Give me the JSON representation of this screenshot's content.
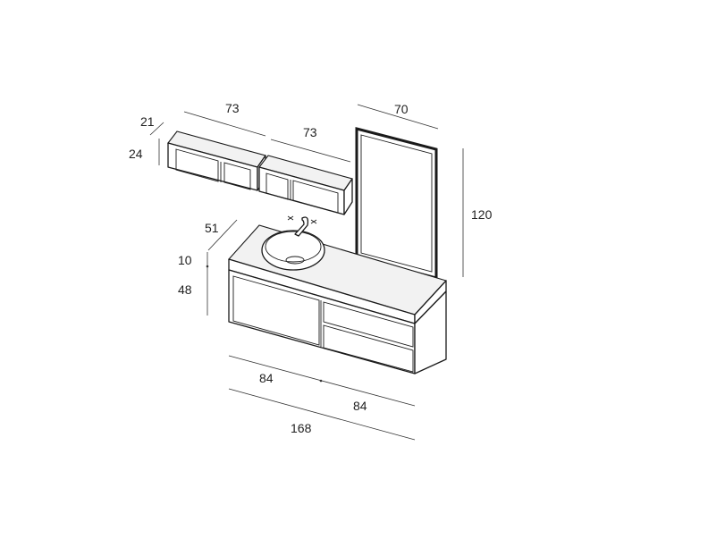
{
  "dimensions": {
    "shelf_depth": "21",
    "shelf_height": "24",
    "shelf_left_width": "73",
    "shelf_right_width": "73",
    "mirror_width": "70",
    "mirror_height": "120",
    "vanity_depth": "51",
    "top_thickness": "10",
    "cabinet_height": "48",
    "cabinet_left_width": "84",
    "cabinet_right_width": "84",
    "total_width": "168"
  },
  "colors": {
    "line": "#1a1a1a",
    "text": "#222222",
    "background": "#ffffff"
  }
}
